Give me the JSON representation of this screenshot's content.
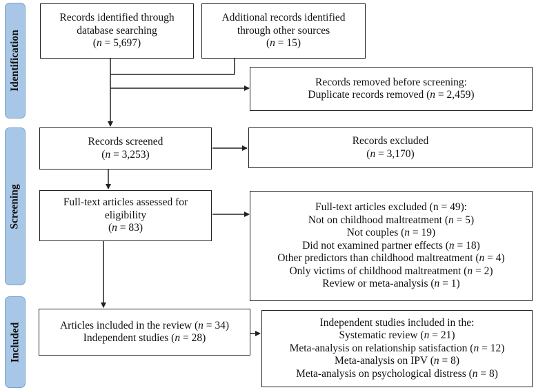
{
  "stages": {
    "identification": "Identification",
    "screening": "Screening",
    "included": "Included"
  },
  "boxes": {
    "db_search": {
      "line1": "Records identified through",
      "line2": "database searching",
      "count_prefix": "(",
      "n": "n",
      "count_text": " = 5,697)"
    },
    "other_sources": {
      "line1": "Additional records identified",
      "line2": "through other sources",
      "count_prefix": "(",
      "n": "n",
      "count_text": " = 15)"
    },
    "duplicates": {
      "line1": "Records removed before screening:",
      "line2_prefix": "Duplicate records removed (",
      "n": "n",
      "line2_suffix": " = 2,459)"
    },
    "screened": {
      "line1": "Records screened",
      "count_prefix": "(",
      "n": "n",
      "count_text": " = 3,253)"
    },
    "excluded": {
      "line1": "Records excluded",
      "count_prefix": "(",
      "n": "n",
      "count_text": " = 3,170)"
    },
    "fulltext": {
      "line1": "Full-text articles assessed for",
      "line2": "eligibility",
      "count_prefix": "(",
      "n": "n",
      "count_text": " = 83)"
    },
    "fulltext_excluded": {
      "title": "Full-text articles excluded (n = 49):",
      "reasons": [
        {
          "prefix": "Not on childhood maltreatment (",
          "n": "n",
          "suffix": " = 5)"
        },
        {
          "prefix": "Not couples (",
          "n": "n",
          "suffix": " = 19)"
        },
        {
          "prefix": "Did not examined partner effects (",
          "n": "n",
          "suffix": " = 18)"
        },
        {
          "prefix": "Other predictors than childhood maltreatment (",
          "n": "n",
          "suffix": " = 4)"
        },
        {
          "prefix": "Only victims of childhood maltreatment (",
          "n": "n",
          "suffix": " = 2)"
        },
        {
          "prefix": "Review or meta-analysis (",
          "n": "n",
          "suffix": " = 1)"
        }
      ]
    },
    "included": {
      "line1_prefix": "Articles included in the review (",
      "line1_n": "n",
      "line1_suffix": " = 34)",
      "line2_prefix": "Independent studies (",
      "line2_n": "n",
      "line2_suffix": " = 28)"
    },
    "independent": {
      "title": "Independent studies included in the:",
      "items": [
        {
          "prefix": "Systematic review (",
          "n": "n",
          "suffix": " = 21)"
        },
        {
          "prefix": "Meta-analysis on relationship satisfaction (",
          "n": "n",
          "suffix": " = 12)"
        },
        {
          "prefix": "Meta-analysis on IPV (",
          "n": "n",
          "suffix": " = 8)"
        },
        {
          "prefix": "Meta-analysis on psychological distress (",
          "n": "n",
          "suffix": " = 8)"
        }
      ]
    }
  }
}
